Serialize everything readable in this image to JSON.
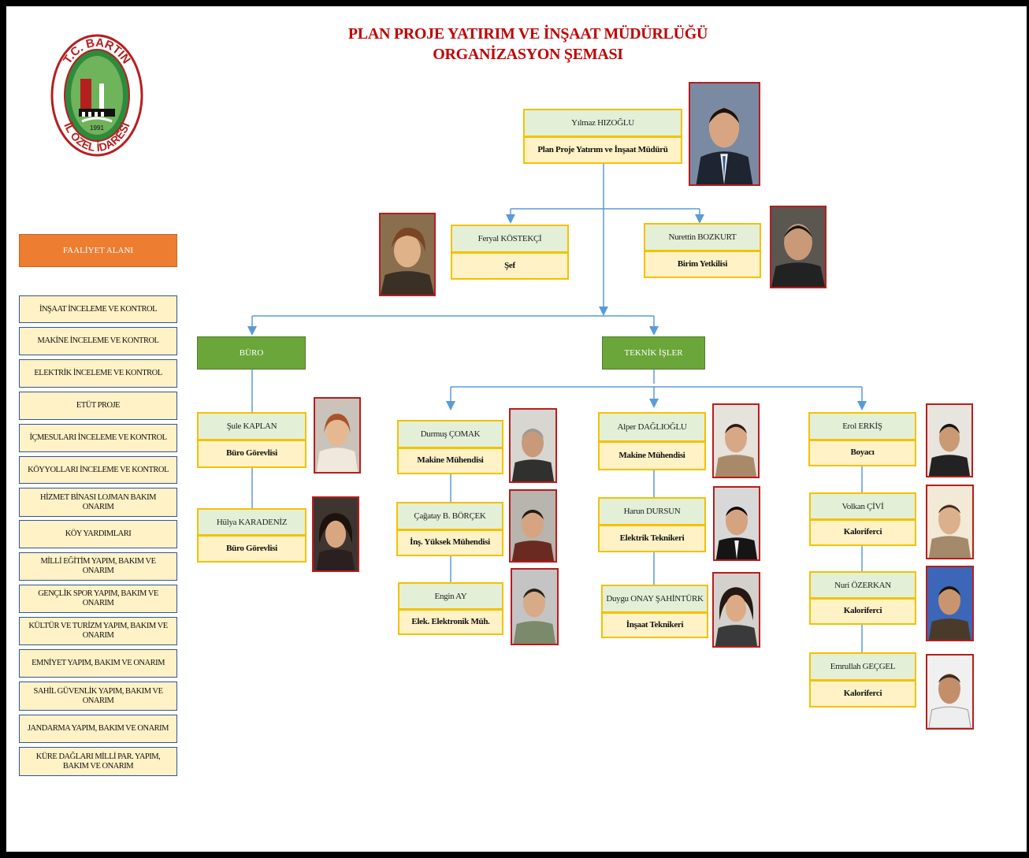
{
  "title": {
    "line1": "PLAN PROJE YATIRIM VE İNŞAAT MÜDÜRLÜĞÜ",
    "line2": "ORGANİZASYON ŞEMASI"
  },
  "logo": {
    "top_text": "T.C. BARTIN",
    "bottom_text": "İL ÖZEL İDARESİ",
    "year": "1991"
  },
  "director": {
    "name": "Yılmaz HIZOĞLU",
    "role": "Plan Proje Yatırım ve İnşaat Müdürü"
  },
  "staff": [
    {
      "name": "Feryal KÖSTEKÇİ",
      "role": "Şef"
    },
    {
      "name": "Nurettin BOZKURT",
      "role": "Birim Yetkilisi"
    }
  ],
  "departments": {
    "buro": "BÜRO",
    "teknik": "TEKNİK İŞLER"
  },
  "buro_people": [
    {
      "name": "Şule KAPLAN",
      "role": "Büro Görevlisi"
    },
    {
      "name": "Hülya KARADENİZ",
      "role": "Büro Görevlisi"
    }
  ],
  "teknik_col1": [
    {
      "name": "Durmuş ÇOMAK",
      "role": "Makine Mühendisi"
    },
    {
      "name": "Çağatay B. BÖRÇEK",
      "role": "İnş. Yüksek Mühendisi"
    },
    {
      "name": "Engin AY",
      "role": "Elek. Elektronik Müh."
    }
  ],
  "teknik_col2": [
    {
      "name": "Alper DAĞLIOĞLU",
      "role": "Makine Mühendisi"
    },
    {
      "name": "Harun DURSUN",
      "role": "Elektrik Teknikeri"
    },
    {
      "name": "Duygu ONAY ŞAHİNTÜRK",
      "role": "İnşaat Teknikeri"
    }
  ],
  "teknik_col3": [
    {
      "name": "Erol ERKİŞ",
      "role": "Boyacı"
    },
    {
      "name": "Volkan ÇİVİ",
      "role": "Kaloriferci"
    },
    {
      "name": "Nuri ÖZERKAN",
      "role": "Kaloriferci"
    },
    {
      "name": "Emrullah GEÇGEL",
      "role": "Kaloriferci"
    }
  ],
  "faaliyet": {
    "header": "FAALİYET ALANI",
    "items": [
      "İNŞAAT İNCELEME VE KONTROL",
      "MAKİNE İNCELEME VE KONTROL",
      "ELEKTRİK İNCELEME VE KONTROL",
      "ETÜT PROJE",
      "İÇMESULARI İNCELEME VE KONTROL",
      "KÖYYOLLARI İNCELEME VE KONTROL",
      "HİZMET BİNASI LOJMAN BAKIM ONARIM",
      "KÖY YARDIMLARI",
      "MİLLİ EĞİTİM YAPIM, BAKIM VE ONARIM",
      "GENÇLİK SPOR YAPIM, BAKIM VE ONARIM",
      "KÜLTÜR VE TURİZM YAPIM, BAKIM VE ONARIM",
      "EMNİYET YAPIM, BAKIM VE ONARIM",
      "SAHİL GÜVENLİK YAPIM, BAKIM VE ONARIM",
      "JANDARMA YAPIM, BAKIM VE ONARIM",
      "KÜRE DAĞLARI MİLLİ PAR. YAPIM, BAKIM VE ONARIM"
    ]
  },
  "colors": {
    "title": "#c00000",
    "name_bg": "#e4efd8",
    "role_bg": "#fff2c6",
    "box_border": "#f2c200",
    "dept": "#6aa639",
    "faaliyet_header": "#ed7d31",
    "faaliyet_border": "#2f5597",
    "connector": "#5b9bd5",
    "photo_border": "#b81d1d"
  }
}
